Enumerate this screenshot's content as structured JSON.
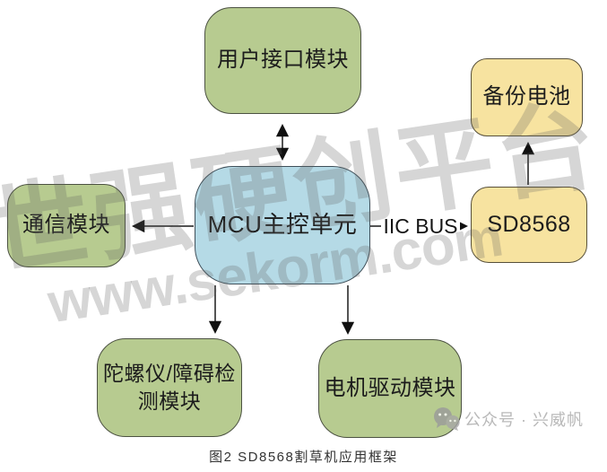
{
  "diagram": {
    "caption": "图2 SD8568割草机应用框架",
    "bus_label": "IIC BUS",
    "nodes": {
      "user_interface": {
        "label": "用户接口模块",
        "fill": "#b7cb90"
      },
      "mcu": {
        "label": "MCU主控单元",
        "fill": "#b5dae6"
      },
      "comm": {
        "label": "通信模块",
        "fill": "#b7cb90"
      },
      "sd8568": {
        "label": "SD8568",
        "fill": "#f7e3a0"
      },
      "battery": {
        "label": "备份电池",
        "fill": "#f7e3a0"
      },
      "gyro": {
        "label": "陀螺仪/障碍检测模块",
        "lines": [
          "陀螺仪/障碍检",
          "测模块"
        ],
        "fill": "#b7cb90"
      },
      "motor": {
        "label": "电机驱动模块",
        "fill": "#b7cb90"
      }
    },
    "edges": [
      {
        "from": "user_interface",
        "to": "mcu",
        "style": "double-arrow",
        "label": ""
      },
      {
        "from": "mcu",
        "to": "comm",
        "style": "arrow",
        "label": ""
      },
      {
        "from": "mcu",
        "to": "sd8568",
        "style": "arrow",
        "label": "IIC BUS"
      },
      {
        "from": "sd8568",
        "to": "battery",
        "style": "arrow",
        "label": ""
      },
      {
        "from": "mcu",
        "to": "gyro",
        "style": "arrow",
        "label": ""
      },
      {
        "from": "mcu",
        "to": "motor",
        "style": "arrow",
        "label": ""
      }
    ]
  },
  "watermark": {
    "line1": "世强硬创平台",
    "line2": "www.sekorm.com"
  },
  "footer": {
    "wechat_icon": "wechat-icon",
    "wechat_label": "公众号 · 兴威帆"
  },
  "colors": {
    "node_green": "#b7cb90",
    "node_blue": "#b5dae6",
    "node_yellow": "#f7e3a0",
    "edge_line": "#1a1a1a",
    "watermark_gray": "rgba(95,95,95,0.26)",
    "footer_gray": "#b9b9b9",
    "caption_text": "#333333"
  }
}
